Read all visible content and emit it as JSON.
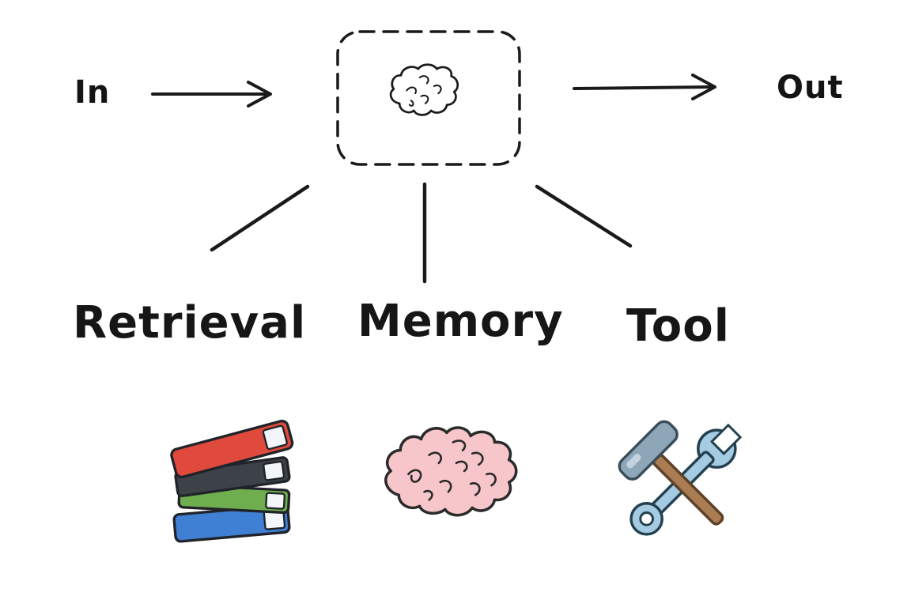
{
  "diagram": {
    "input_label": "In",
    "output_label": "Out",
    "center": {
      "icon": "brain-doodle-icon"
    },
    "branches": [
      {
        "label": "Retrieval",
        "icon": "books-icon"
      },
      {
        "label": "Memory",
        "icon": "brain-icon"
      },
      {
        "label": "Tool",
        "icon": "hammer-wrench-icon"
      }
    ],
    "colors": {
      "ink": "#1a1a1a",
      "background": "#ffffff",
      "book_red": "#e04a3c",
      "book_dark": "#3c4248",
      "book_green": "#6fae4e",
      "book_blue": "#3f7fd4",
      "pages_white": "#f2f6fa",
      "brain_pink": "#f7c6ca",
      "wrench_blue": "#a5cbe2",
      "hammer_head_gray": "#8ea7b8",
      "hammer_handle_brown": "#a97c53"
    }
  }
}
